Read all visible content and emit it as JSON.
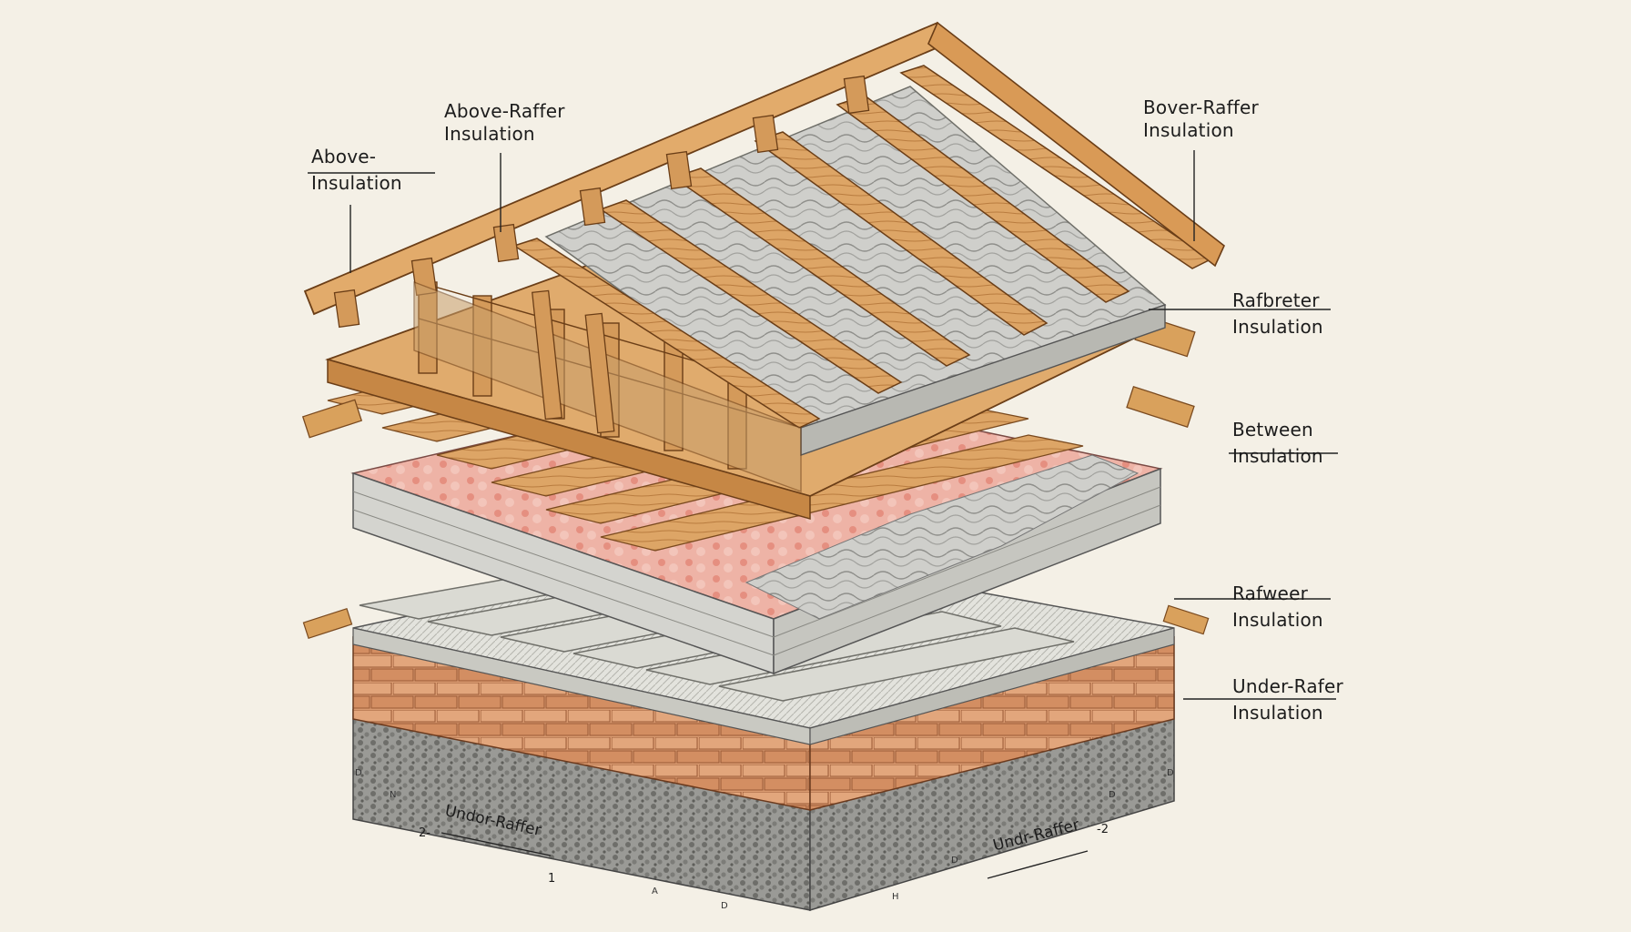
{
  "labels": {
    "above_insulation": {
      "line1": "Above-",
      "line2": "Insulation"
    },
    "above_rafter": {
      "line1": "Above-Raffer",
      "line2": "Insulation"
    },
    "bover_rafter": {
      "line1": "Bover-Raffer",
      "line2": "Insulation"
    },
    "rafbreter": {
      "line1": "Rafbreter",
      "line2": "Insulation"
    },
    "between": {
      "line1": "Between",
      "line2": "Insulation"
    },
    "rafweer": {
      "line1": "Rafweer",
      "line2": "Insulation"
    },
    "under_rafer": {
      "line1": "Under-Rafer",
      "line2": "Insulation"
    }
  },
  "dimensions": {
    "left_text": "Undor-Raffer",
    "left_num_a": "2-",
    "left_num_b": "1",
    "right_text": "Undr-Raffer",
    "right_num": "-2",
    "marks": [
      "D",
      "N",
      "A",
      "D",
      "H",
      "D",
      "D",
      "D"
    ]
  },
  "colors": {
    "background": "#f4f0e6",
    "wood": "#d9a15c",
    "wood_dark": "#b7793a",
    "insulation_grey": "#c9c9c5",
    "insulation_pink": "#e9a59a",
    "brick": "#d7936a",
    "stone": "#8c8c8c",
    "board": "#dcdcd6"
  }
}
